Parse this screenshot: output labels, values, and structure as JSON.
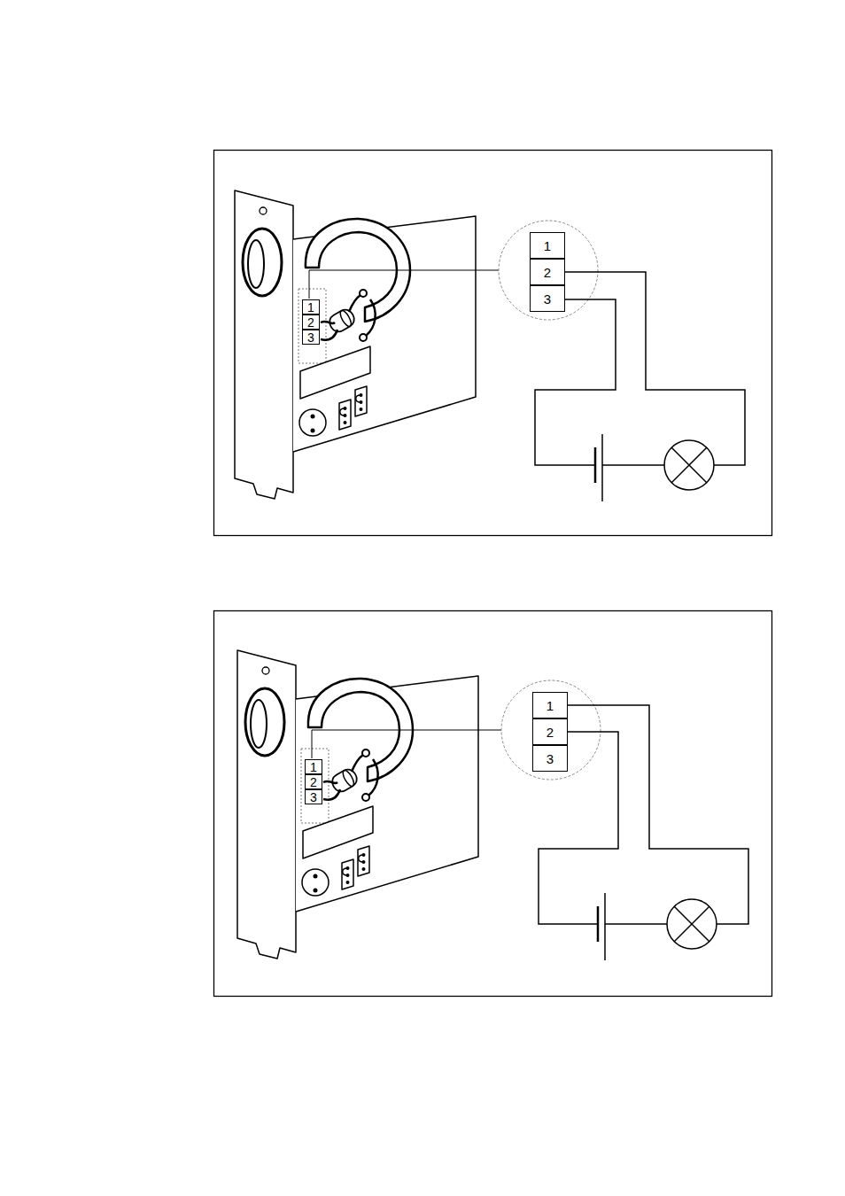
{
  "diagram": {
    "nodes": [
      {
        "text": [
          "1"
        ]
      },
      {
        "text": [
          "2"
        ]
      },
      {
        "text": [
          "3"
        ]
      },
      {
        "text": [
          "1"
        ]
      },
      {
        "text": [
          "2"
        ]
      },
      {
        "text": [
          "3"
        ]
      },
      {
        "text": [
          "1"
        ]
      },
      {
        "text": [
          "2"
        ]
      },
      {
        "text": [
          "3"
        ]
      },
      {
        "text": [
          "1"
        ]
      },
      {
        "text": [
          "2"
        ]
      },
      {
        "text": [
          "3"
        ]
      }
    ]
  }
}
